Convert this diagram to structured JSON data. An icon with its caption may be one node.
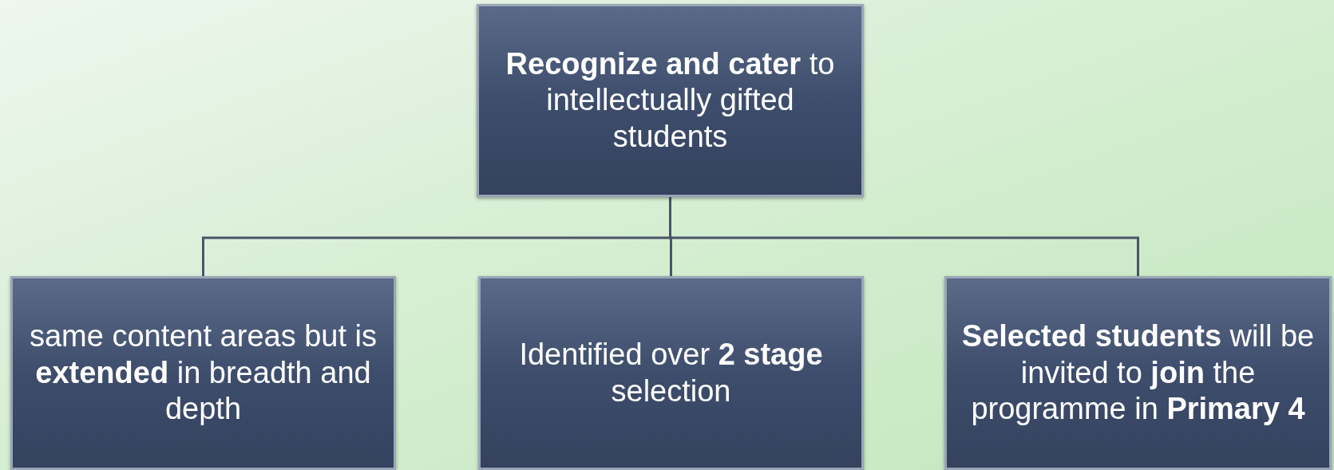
{
  "diagram": {
    "nodes": [
      {
        "text": [
          "**Recognize and cater** to intellectually gifted students"
        ]
      },
      {
        "text": [
          "same content areas but is **extended** in breadth and depth"
        ]
      },
      {
        "text": [
          "Identified over **2 stage** selection"
        ]
      },
      {
        "text": [
          "**Selected students** will be invited to **join** the programme in **Primary 4**"
        ]
      }
    ],
    "edges": [
      {
        "from": 0,
        "to": 1,
        "arrow": "none"
      },
      {
        "from": 0,
        "to": 2,
        "arrow": "none"
      },
      {
        "from": 0,
        "to": 3,
        "arrow": "none"
      }
    ]
  }
}
